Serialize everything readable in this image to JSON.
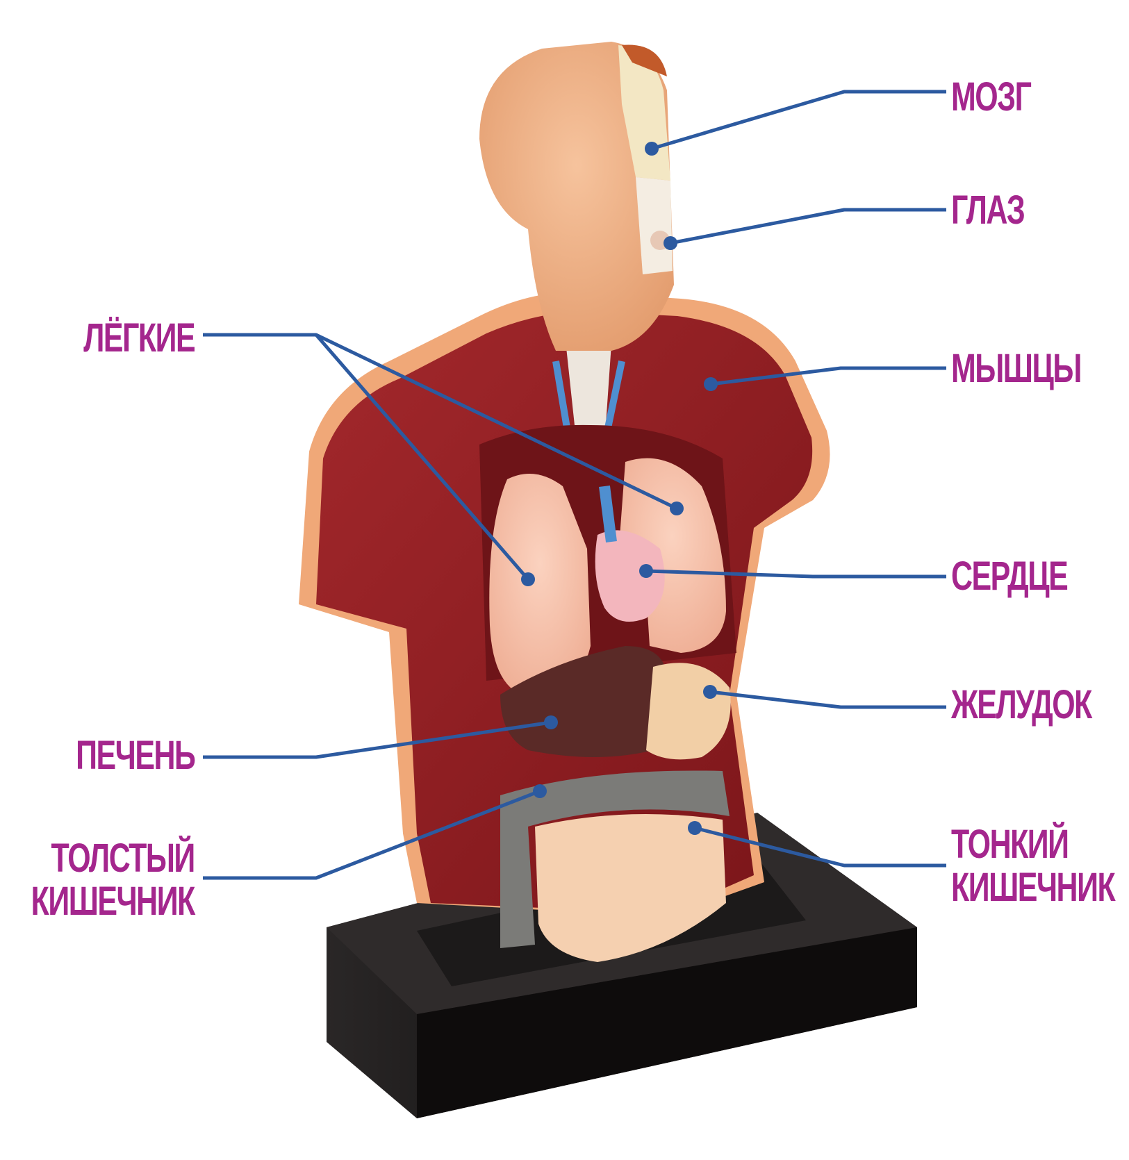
{
  "colors": {
    "label": "#a4268d",
    "leader": "#2c5aa0",
    "muscle": "#8e1d22",
    "skin": "#f1ae80",
    "base": "#151313"
  },
  "labels": {
    "brain": "МОЗГ",
    "eye": "ГЛАЗ",
    "lungs": "ЛЁГКИЕ",
    "muscles": "МЫШЦЫ",
    "heart": "СЕРДЦЕ",
    "stomach": "ЖЕЛУДОК",
    "liver": "ПЕЧЕНЬ",
    "large_intestine": [
      "ТОЛСТЫЙ",
      "КИШЕЧНИК"
    ],
    "small_intestine": [
      "ТОНКИЙ",
      "КИШЕЧНИК"
    ]
  },
  "illustration": "human-torso-anatomy-model"
}
